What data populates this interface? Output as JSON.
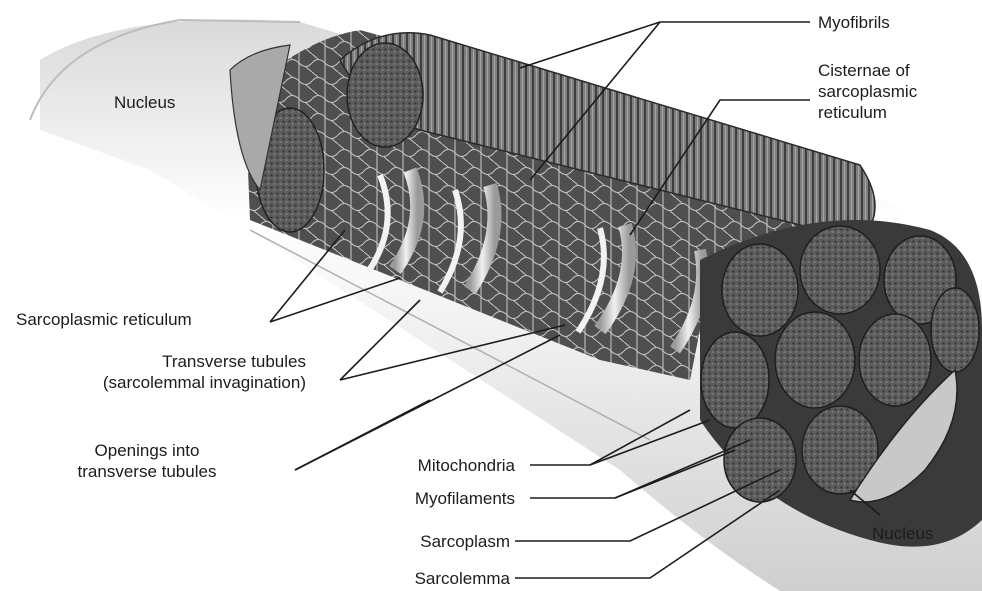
{
  "labels": {
    "nucleus_left": "Nucleus",
    "myofibrils": "Myofibrils",
    "cisternae_line1": "Cisternae of",
    "cisternae_line2": "sarcoplasmic",
    "cisternae_line3": "reticulum",
    "sarcoplasmic_reticulum": "Sarcoplasmic reticulum",
    "transverse_line1": "Transverse tubules",
    "transverse_line2": "(sarcolemmal invagination)",
    "openings_line1": "Openings into",
    "openings_line2": "transverse tubules",
    "mitochondria": "Mitochondria",
    "myofilaments": "Myofilaments",
    "sarcoplasm": "Sarcoplasm",
    "sarcolemma": "Sarcolemma",
    "nucleus_right": "Nucleus"
  },
  "colors": {
    "ink": "#1c1c1c",
    "tissue_dark": "#4a4a4a",
    "tissue_mid": "#8c8c8c",
    "tissue_light": "#dcdcdc",
    "tubule": "#e6e6e6"
  }
}
